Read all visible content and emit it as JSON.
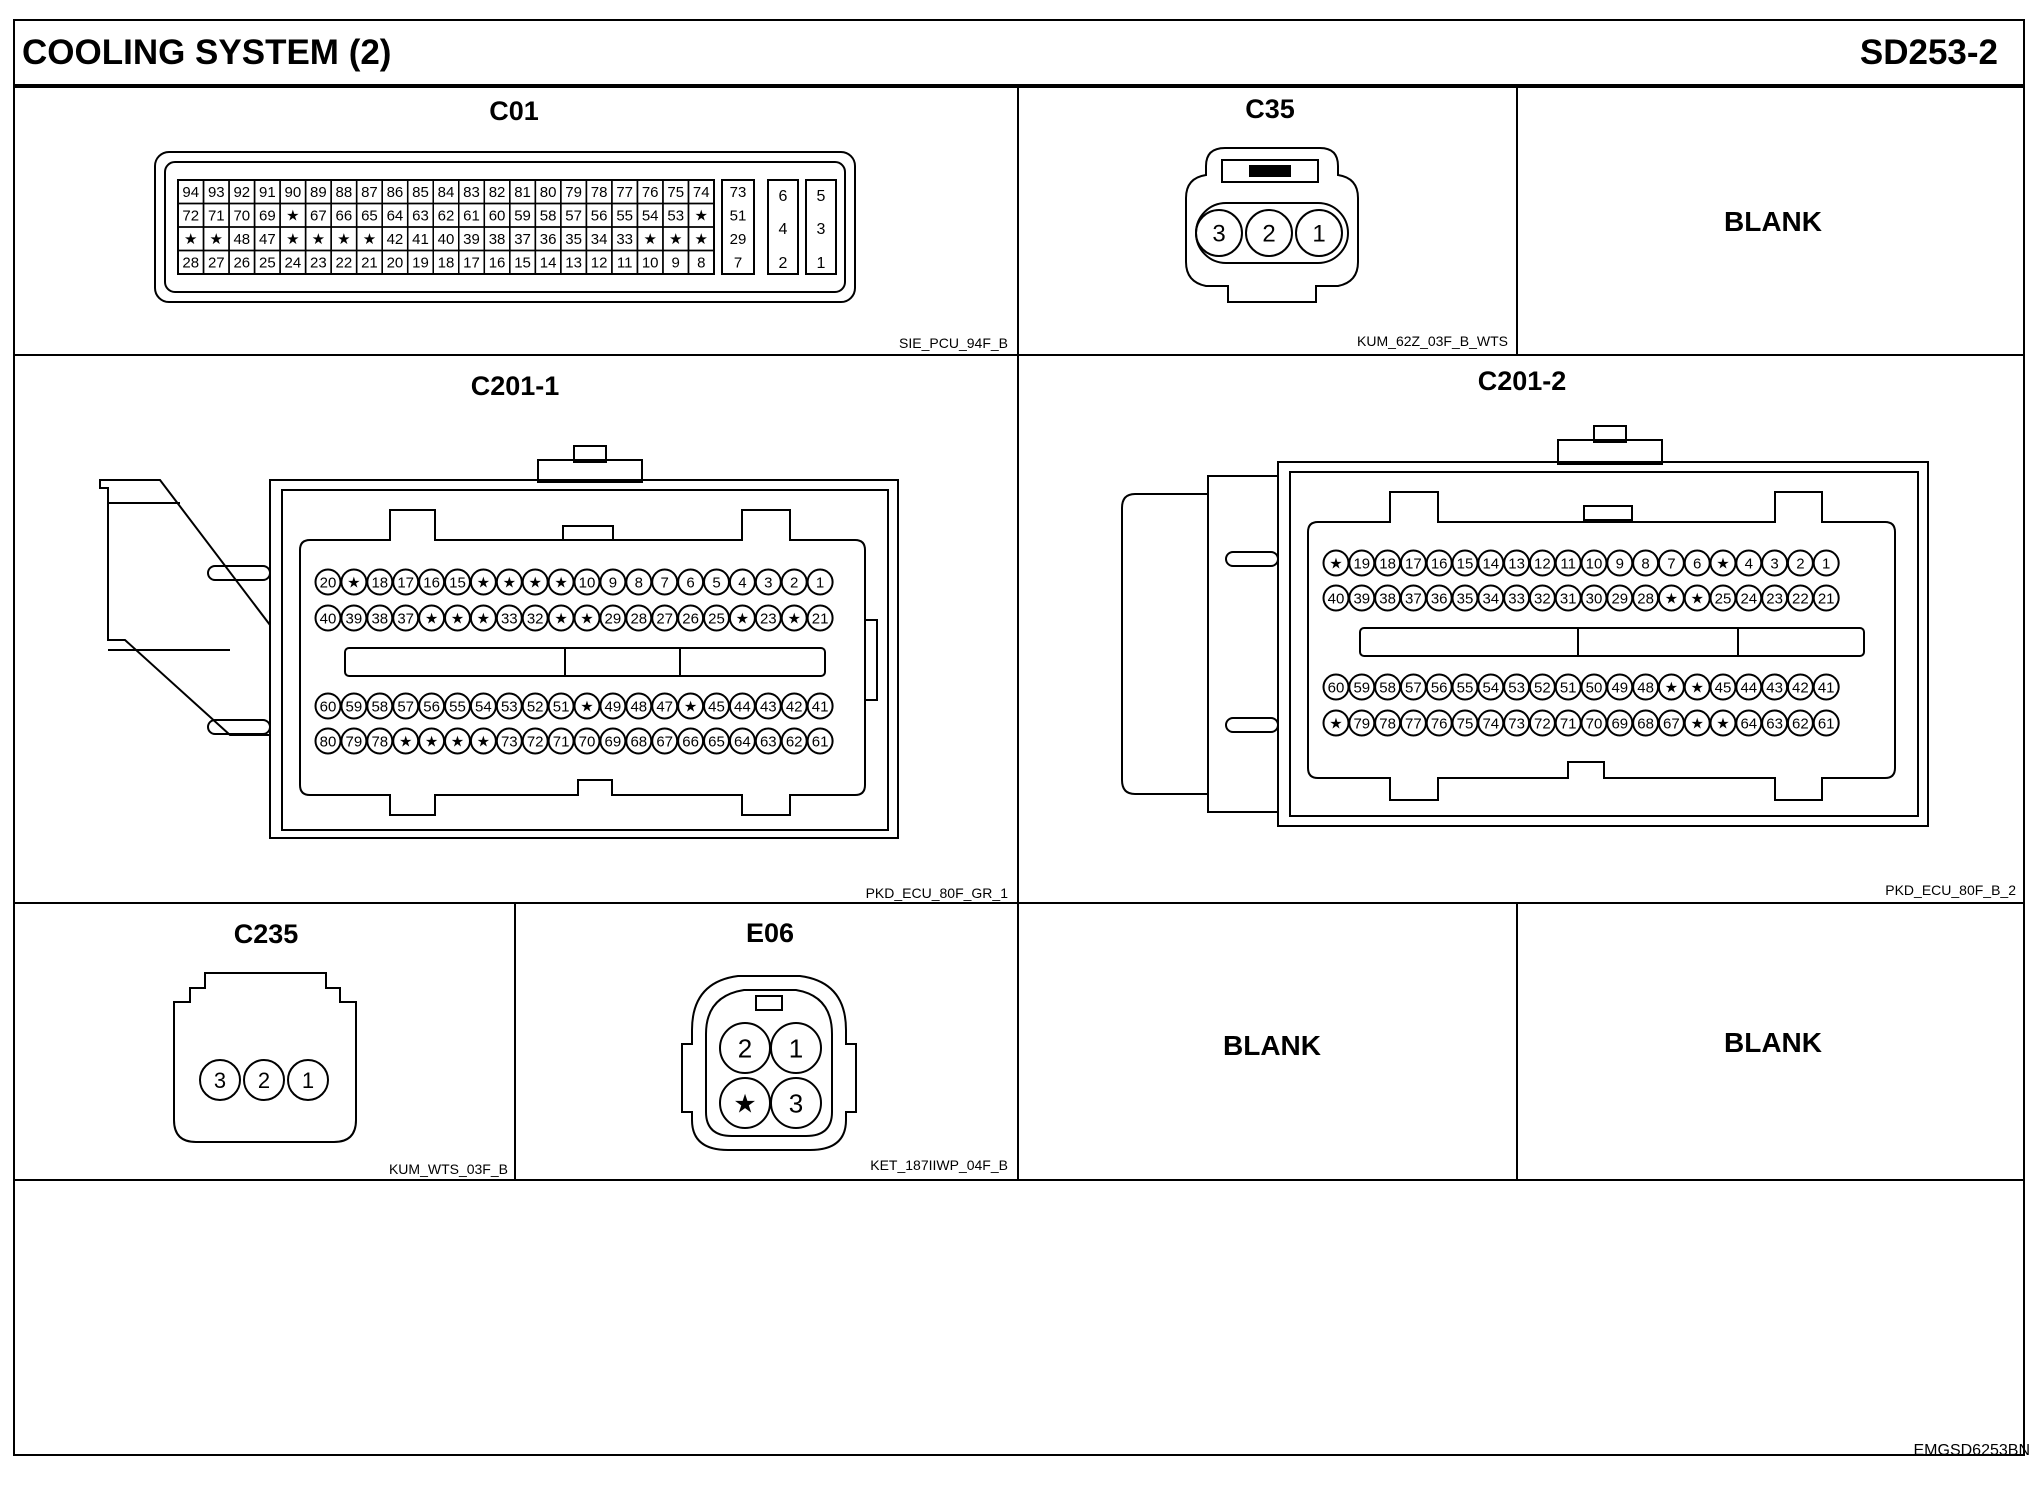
{
  "header": {
    "title": "COOLING SYSTEM (2)",
    "code": "SD253-2"
  },
  "footer": {
    "doc_id": "EMGSD6253BN"
  },
  "blank_label": "BLANK",
  "connectors": {
    "c01": {
      "label": "C01",
      "part": "SIE_PCU_94F_B",
      "main_rows": [
        [
          "94",
          "93",
          "92",
          "91",
          "90",
          "89",
          "88",
          "87",
          "86",
          "85",
          "84",
          "83",
          "82",
          "81",
          "80",
          "79",
          "78",
          "77",
          "76",
          "75",
          "74"
        ],
        [
          "72",
          "71",
          "70",
          "69",
          "★",
          "67",
          "66",
          "65",
          "64",
          "63",
          "62",
          "61",
          "60",
          "59",
          "58",
          "57",
          "56",
          "55",
          "54",
          "53",
          "★"
        ],
        [
          "★",
          "★",
          "48",
          "47",
          "★",
          "★",
          "★",
          "★",
          "42",
          "41",
          "40",
          "39",
          "38",
          "37",
          "36",
          "35",
          "34",
          "33",
          "★",
          "★",
          "★"
        ],
        [
          "28",
          "27",
          "26",
          "25",
          "24",
          "23",
          "22",
          "21",
          "20",
          "19",
          "18",
          "17",
          "16",
          "15",
          "14",
          "13",
          "12",
          "11",
          "10",
          "9",
          "8"
        ]
      ],
      "mid_col": [
        "73",
        "51",
        "29",
        "7"
      ],
      "right_pins": [
        "6",
        "5",
        "4",
        "3",
        "2",
        "1"
      ]
    },
    "c35": {
      "label": "C35",
      "part": "KUM_62Z_03F_B_WTS",
      "pins": [
        "3",
        "2",
        "1"
      ]
    },
    "c201_1": {
      "label": "C201-1",
      "part": "PKD_ECU_80F_GR_1",
      "rows": [
        [
          "20",
          "★",
          "18",
          "17",
          "16",
          "15",
          "★",
          "★",
          "★",
          "★",
          "10",
          "9",
          "8",
          "7",
          "6",
          "5",
          "4",
          "3",
          "2",
          "1"
        ],
        [
          "40",
          "39",
          "38",
          "37",
          "★",
          "★",
          "★",
          "33",
          "32",
          "★",
          "★",
          "29",
          "28",
          "27",
          "26",
          "25",
          "★",
          "23",
          "★",
          "21"
        ],
        [
          "60",
          "59",
          "58",
          "57",
          "56",
          "55",
          "54",
          "53",
          "52",
          "51",
          "★",
          "49",
          "48",
          "47",
          "★",
          "45",
          "44",
          "43",
          "42",
          "41"
        ],
        [
          "80",
          "79",
          "78",
          "★",
          "★",
          "★",
          "★",
          "73",
          "72",
          "71",
          "70",
          "69",
          "68",
          "67",
          "66",
          "65",
          "64",
          "63",
          "62",
          "61"
        ]
      ]
    },
    "c201_2": {
      "label": "C201-2",
      "part": "PKD_ECU_80F_B_2",
      "rows": [
        [
          "★",
          "19",
          "18",
          "17",
          "16",
          "15",
          "14",
          "13",
          "12",
          "11",
          "10",
          "9",
          "8",
          "7",
          "6",
          "★",
          "4",
          "3",
          "2",
          "1"
        ],
        [
          "40",
          "39",
          "38",
          "37",
          "36",
          "35",
          "34",
          "33",
          "32",
          "31",
          "30",
          "29",
          "28",
          "★",
          "★",
          "25",
          "24",
          "23",
          "22",
          "21"
        ],
        [
          "60",
          "59",
          "58",
          "57",
          "56",
          "55",
          "54",
          "53",
          "52",
          "51",
          "50",
          "49",
          "48",
          "★",
          "★",
          "45",
          "44",
          "43",
          "42",
          "41"
        ],
        [
          "★",
          "79",
          "78",
          "77",
          "76",
          "75",
          "74",
          "73",
          "72",
          "71",
          "70",
          "69",
          "68",
          "67",
          "★",
          "★",
          "64",
          "63",
          "62",
          "61"
        ]
      ]
    },
    "c235": {
      "label": "C235",
      "part": "KUM_WTS_03F_B",
      "pins": [
        "3",
        "2",
        "1"
      ]
    },
    "e06": {
      "label": "E06",
      "part": "KET_187IIWP_04F_B",
      "pins": [
        "2",
        "1",
        "★",
        "3"
      ]
    }
  },
  "colors": {
    "ink": "#000000",
    "paper": "#ffffff"
  }
}
